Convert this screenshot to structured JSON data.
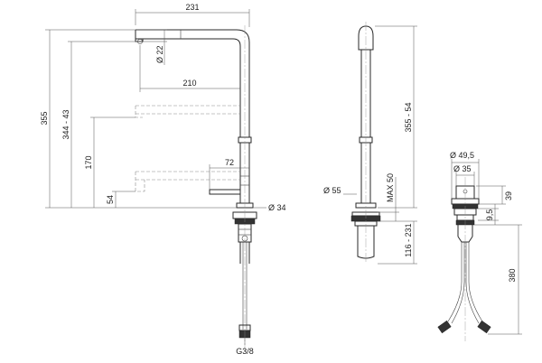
{
  "views": {
    "side": {
      "dims": {
        "reach": "231",
        "spout_dia": "Ø 22",
        "reach_lower": "210",
        "total_height": "355",
        "spout_height": "344 - 43",
        "height_170": "170",
        "lever": "72",
        "height_54": "54",
        "base_dia": "Ø 34",
        "connector": "G3/8"
      }
    },
    "front": {
      "dims": {
        "base_dia": "Ø 55",
        "height_range": "355 - 54",
        "max_thickness": "MAX 50",
        "shank_range": "116 - 231"
      }
    },
    "detail": {
      "dims": {
        "dia_outer": "Ø 49,5",
        "dia_inner": "Ø 35",
        "h39": "39",
        "h95": "9,5",
        "hose_len": "380"
      }
    }
  }
}
